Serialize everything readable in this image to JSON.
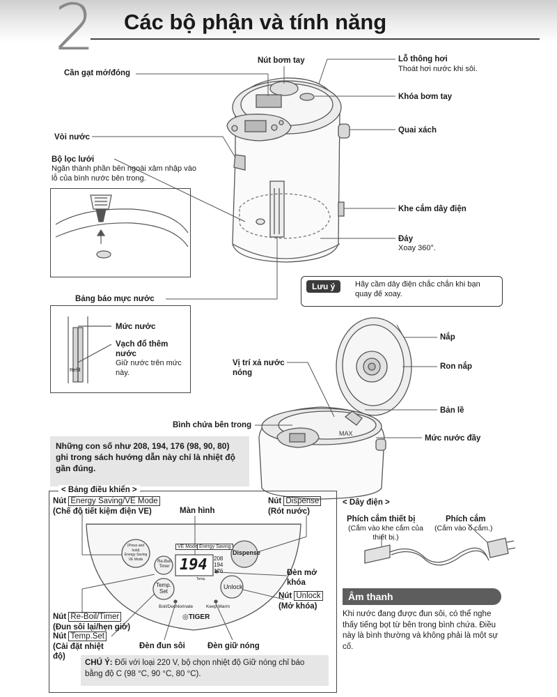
{
  "header": {
    "number": "2",
    "title": "Các bộ phận và tính năng"
  },
  "labels": {
    "lever": "Cần gạt mở/đóng",
    "pump_button": "Nút bơm tay",
    "vent": "Lỗ thông hơi",
    "vent_desc": "Thoát hơi nước khi sôi.",
    "pump_lock": "Khóa bơm tay",
    "spout": "Vòi nước",
    "handle": "Quai xách",
    "filter": "Bộ lọc lưới",
    "filter_desc": "Ngăn thành phần bên ngoài xâm nhập vào lỗ của bình nước bên trong.",
    "cord_socket": "Khe cắm dây điện",
    "base": "Đáy",
    "base_desc": "Xoay 360°.",
    "level_indicator": "Bảng báo mực nước",
    "water_level": "Mức nước",
    "refill_line": "Vạch đổ thêm nước",
    "refill_desc": "Giữ nước trên mức này.",
    "refill_mark": "Refill",
    "lid": "Nắp",
    "lid_gasket": "Ron nắp",
    "steam_release": "Vị trí xả nước nóng",
    "hinge": "Bản lề",
    "inner_container": "Bình chứa bên trong",
    "full_level": "Mức nước đầy",
    "max_mark": "MAX"
  },
  "note": {
    "tag": "Lưu ý",
    "text": "Hãy cầm dây điện chắc chắn khi bạn quay đế xoay."
  },
  "approx_note": "Những con số như 208, 194, 176 (98, 90, 80) ghi trong sách hướng dẫn này chỉ là nhiệt độ gần đúng.",
  "control_panel": {
    "heading": "< Bảng điều khiển >",
    "energy_prefix": "Nút",
    "energy_btn": "Energy Saving/VE Mode",
    "energy_desc": "(Chế độ tiết kiệm điện VE)",
    "display": "Màn hình",
    "dispense_prefix": "Nút",
    "dispense_btn": "Dispense",
    "dispense_desc": "(Rót nước)",
    "unlock_light": "Đèn mở khóa",
    "unlock_prefix": "Nút",
    "unlock_btn": "Unlock",
    "unlock_desc": "(Mở khóa)",
    "reboil_prefix": "Nút",
    "reboil_btn": "Re-Boil/Timer",
    "reboil_desc": "(Đun sôi lại/hẹn giờ)",
    "temp_prefix": "Nút",
    "temp_btn": "Temp.Set",
    "temp_desc": "(Cài đặt nhiệt độ)",
    "boil_light": "Đèn đun sôi",
    "keep_warm_light": "Đèn giữ nóng",
    "panel": {
      "energy_top": "(Press and hold)",
      "energy_l1": "Energy Saving",
      "energy_l2": "VE Mode",
      "ve_mode": "VE Mode",
      "energy_saving": "Energy Saving",
      "reboil_l1": "Re-Boil",
      "reboil_l2": "Timer",
      "lcd": "194",
      "temp_list": [
        "208",
        "194",
        "176"
      ],
      "temp_word": "Temp.",
      "temp_set_l1": "Temp.",
      "temp_set_l2": "Set",
      "dispense": "Dispense",
      "unlock": "Unlock",
      "boil_light": "Boil/Dechlorinate",
      "keep_warm": "Keep Warm",
      "brand": "TIGER"
    },
    "caution_label": "CHÚ Ý:",
    "caution_text": "Đối với loại 220 V, bộ chọn nhiệt độ Giữ nóng chỉ báo bằng độ C (98 °C, 90 °C, 80 °C)."
  },
  "cord": {
    "heading": "< Dây điện >",
    "appliance_plug": "Phích cắm thiết bị",
    "appliance_plug_desc": "(Cắm vào khe cắm của thiết bị.)",
    "plug": "Phích cắm",
    "plug_desc": "(Cắm vào ổ cắm.)"
  },
  "sound": {
    "heading": "Âm thanh",
    "text": "Khi nước đang được đun sôi, có thể nghe thấy tiếng bọt từ bên trong bình chứa. Điều này là bình thường và không phải là một sự cố."
  }
}
